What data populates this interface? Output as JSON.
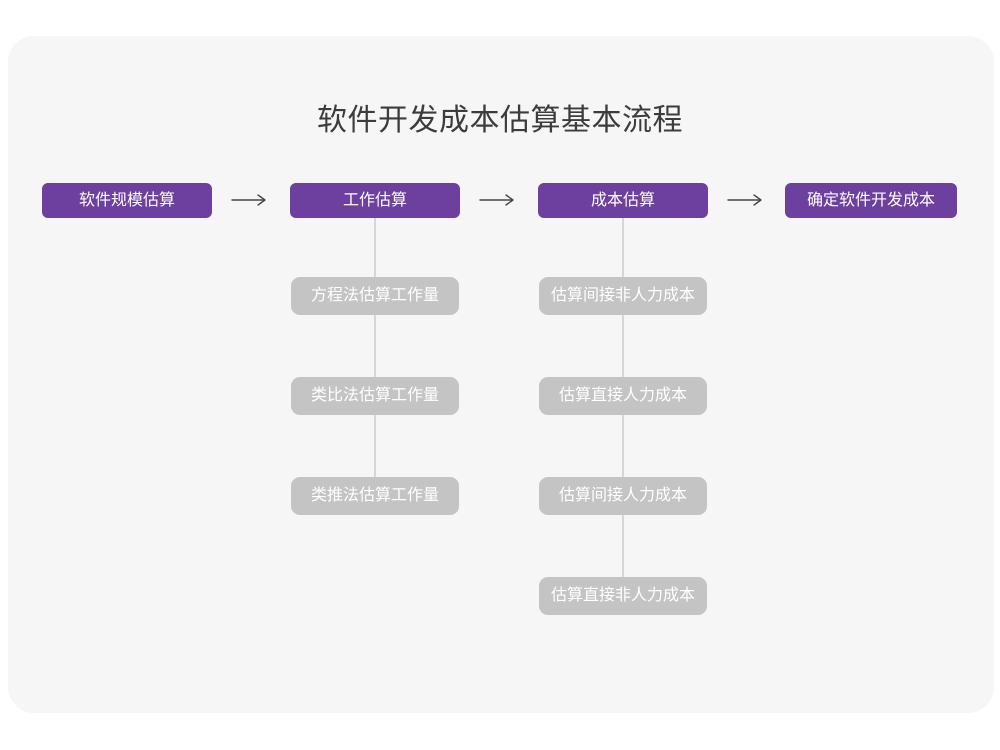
{
  "title": "软件开发成本估算基本流程",
  "colors": {
    "page_background": "#ffffff",
    "card_background": "#f6f6f7",
    "main_node": "#6d3f9f",
    "sub_node": "#c4c4c4",
    "node_text": "#ffffff",
    "title_text": "#3c3c3c",
    "connector_line": "#d6d6d6",
    "arrow": "#454545"
  },
  "flow": {
    "main_nodes": [
      {
        "label": "软件规模估算"
      },
      {
        "label": "工作估算"
      },
      {
        "label": "成本估算"
      },
      {
        "label": "确定软件开发成本"
      }
    ],
    "arrow_icon": "→",
    "work_sub_nodes": [
      "方程法估算工作量",
      "类比法估算工作量",
      "类推法估算工作量"
    ],
    "cost_sub_nodes": [
      "估算间接非人力成本",
      "估算直接人力成本",
      "估算间接人力成本",
      "估算直接非人力成本"
    ]
  }
}
